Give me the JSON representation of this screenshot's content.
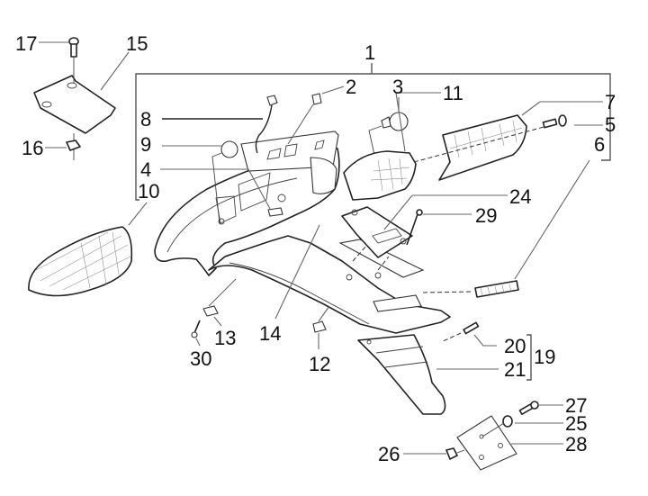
{
  "diagram": {
    "type": "exploded parts view",
    "subject": "rear mudguard / tail light assembly",
    "colors": {
      "line": "#222222",
      "leader": "#666666",
      "background": "#ffffff"
    }
  },
  "callouts": {
    "c1": "1",
    "c2": "2",
    "c3": "3",
    "c4": "4",
    "c5": "5",
    "c6": "6",
    "c7": "7",
    "c8": "8",
    "c9": "9",
    "c10": "10",
    "c11": "11",
    "c12": "12",
    "c13": "13",
    "c14": "14",
    "c15": "15",
    "c16": "16",
    "c17": "17",
    "c19": "19",
    "c20": "20",
    "c21": "21",
    "c24": "24",
    "c25": "25",
    "c26": "26",
    "c27": "27",
    "c28": "28",
    "c29": "29",
    "c30": "30"
  },
  "groups": [
    {
      "assembly": "1",
      "contains": [
        "2",
        "3",
        "4",
        "5",
        "6",
        "7",
        "8",
        "9",
        "10",
        "11"
      ]
    },
    {
      "assembly": "19",
      "contains": [
        "20",
        "21"
      ]
    }
  ]
}
